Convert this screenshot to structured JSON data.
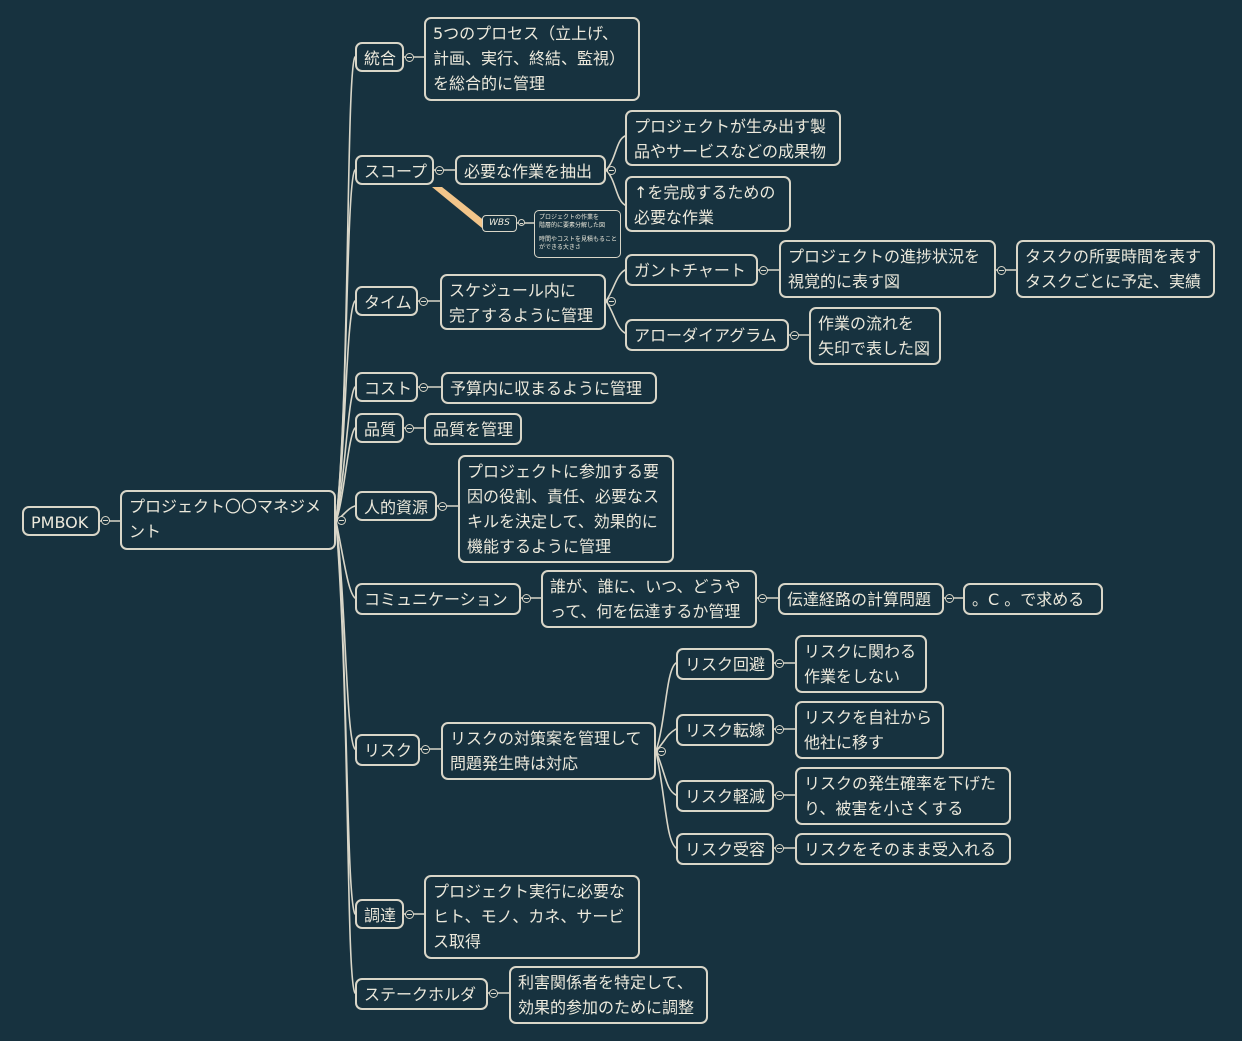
{
  "root": {
    "label": "PMBOK"
  },
  "hub": {
    "lines": [
      "プロジェクト〇〇マネジメ",
      "ント"
    ]
  },
  "areas": {
    "integration": {
      "label": "統合",
      "desc": [
        "5つのプロセス（立上げ、",
        "計画、実行、終結、監視）",
        "を総合的に管理"
      ]
    },
    "scope": {
      "label": "スコープ",
      "main": "必要な作業を抽出",
      "sub1": [
        "プロジェクトが生み出す製",
        "品やサービスなどの成果物"
      ],
      "sub2": [
        "↑を完成するための",
        "必要な作業"
      ],
      "wbs_label": "WBS",
      "wbs_note": [
        "プロジェクトの作業を",
        "階層的に要素分解した図",
        "",
        "時間やコストを見積もること",
        "ができる大きさ"
      ]
    },
    "time": {
      "label": "タイム",
      "main": [
        "スケジュール内に",
        "完了するように管理"
      ],
      "gantt": "ガントチャート",
      "gantt_desc": [
        "プロジェクトの進捗状況を",
        "視覚的に表す図"
      ],
      "gantt_detail": [
        "タスクの所要時間を表す",
        "タスクごとに予定、実績"
      ],
      "arrow": "アローダイアグラム",
      "arrow_desc": [
        "作業の流れを",
        "矢印で表した図"
      ]
    },
    "cost": {
      "label": "コスト",
      "desc": "予算内に収まるように管理"
    },
    "quality": {
      "label": "品質",
      "desc": "品質を管理"
    },
    "hr": {
      "label": "人的資源",
      "desc": [
        "プロジェクトに参加する要",
        "因の役割、責任、必要なス",
        "キルを決定して、効果的に",
        "機能するように管理"
      ]
    },
    "comm": {
      "label": "コミュニケーション",
      "desc": [
        "誰が、誰に、いつ、どうや",
        "って、何を伝達するか管理"
      ],
      "path": "伝達経路の計算問題",
      "formula": "。C 。で求める"
    },
    "risk": {
      "label": "リスク",
      "desc": [
        "リスクの対策案を管理して",
        "問題発生時は対応"
      ],
      "avoid": "リスク回避",
      "avoid_desc": [
        "リスクに関わる",
        "作業をしない"
      ],
      "transfer": "リスク転嫁",
      "transfer_desc": [
        "リスクを自社から",
        "他社に移す"
      ],
      "mitigate": "リスク軽減",
      "mitigate_desc": [
        "リスクの発生確率を下げた",
        "り、被害を小さくする"
      ],
      "accept": "リスク受容",
      "accept_desc": "リスクをそのまま受入れる"
    },
    "procurement": {
      "label": "調達",
      "desc": [
        "プロジェクト実行に必要な",
        "ヒト、モノ、カネ、サービ",
        "ス取得"
      ]
    },
    "stakeholder": {
      "label": "ステークホルダ",
      "desc": [
        "利害関係者を特定して、",
        "効果的参加のために調整"
      ]
    }
  },
  "colors": {
    "background": "#17323f",
    "line": "#d9d6c8",
    "text": "#ece9dc",
    "callout": "#f2c58a"
  }
}
